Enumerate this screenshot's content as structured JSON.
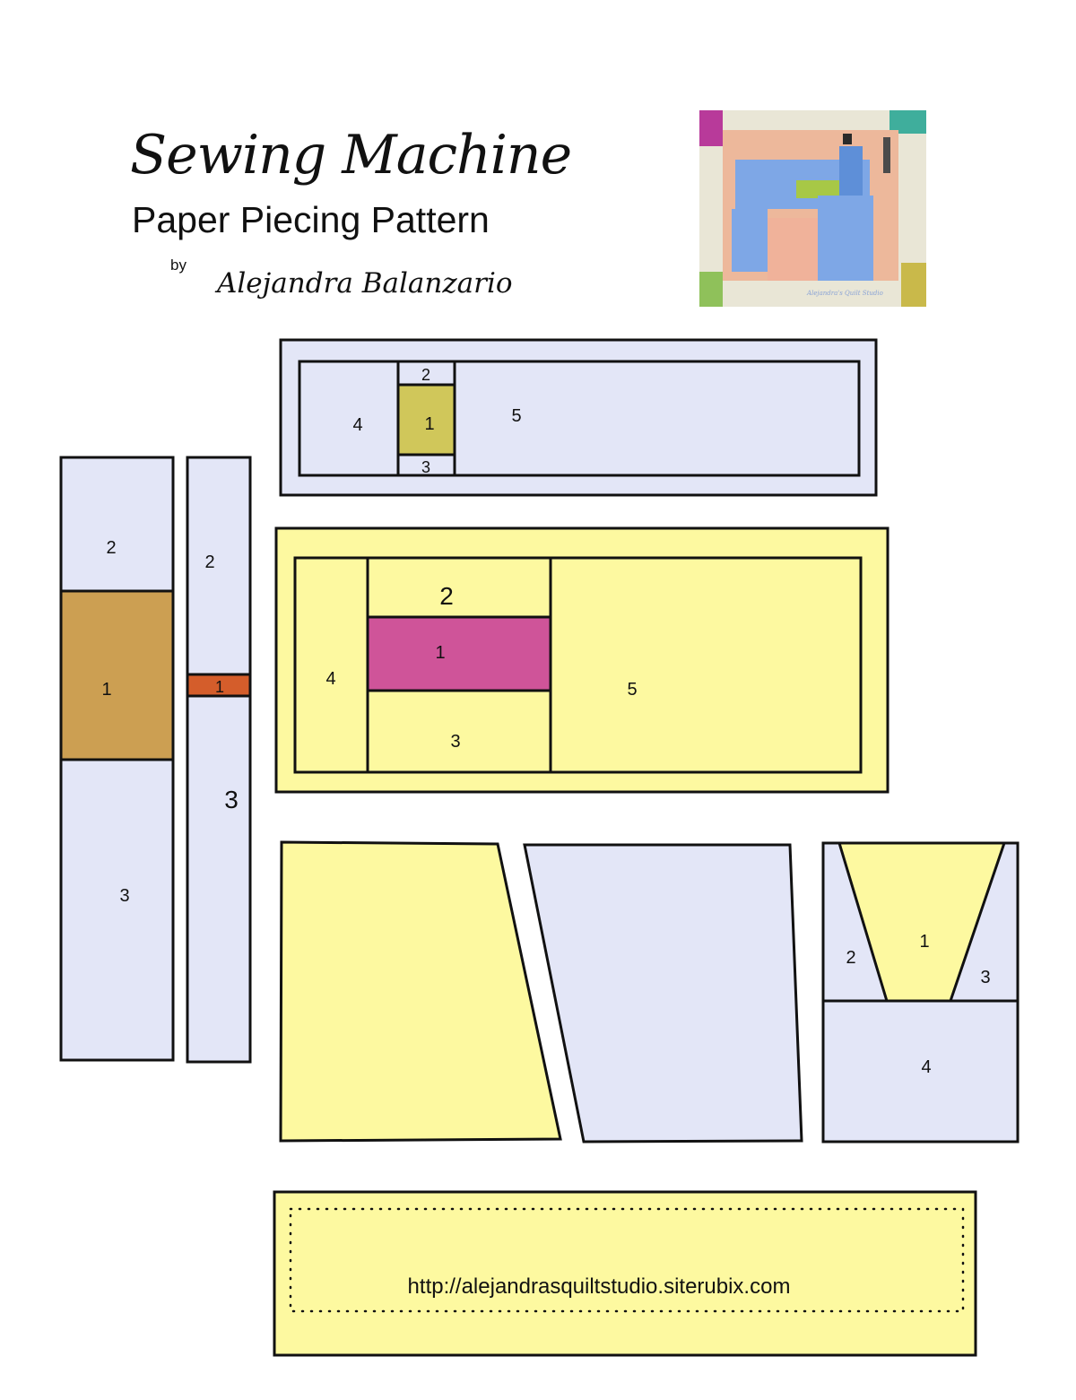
{
  "header": {
    "title": "Sewing Machine",
    "subtitle": "Paper Piecing Pattern",
    "by": "by",
    "author": "Alejandra Balanzario"
  },
  "photo": {
    "watermark": "Alejandra's Quilt Studio"
  },
  "pieces": {
    "top_bar": {
      "a": "4",
      "b": "2",
      "c": "1",
      "d": "3",
      "e": "5"
    },
    "yellow_block": {
      "a": "4",
      "b": "2",
      "c": "1",
      "d": "3",
      "e": "5"
    },
    "left_strip": {
      "a": "2",
      "b": "1",
      "c": "3"
    },
    "narrow_strip": {
      "a": "2",
      "b": "1",
      "c": "3"
    },
    "spool": {
      "a": "1",
      "b": "2",
      "c": "3",
      "d": "4"
    }
  },
  "footer": {
    "url": "http://alejandrasquiltstudio.siterubix.com"
  },
  "colors": {
    "lavender": "#e3e6f7",
    "yellow": "#fdf9a0",
    "olive": "#d0c75a",
    "tan": "#cc9f52",
    "orange": "#d45d2b",
    "magenta": "#cf5499",
    "stroke": "#111111"
  }
}
